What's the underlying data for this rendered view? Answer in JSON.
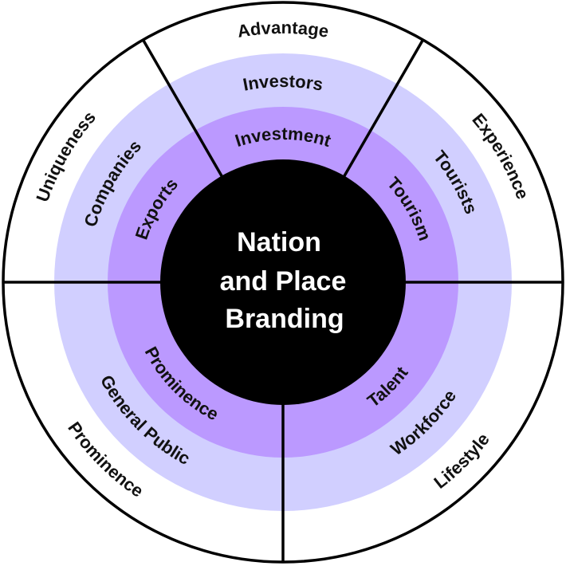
{
  "title": {
    "lines": [
      "Nation",
      "and Place",
      "Branding"
    ]
  },
  "colors": {
    "outer_ring": "#ffffff",
    "middle_ring": "#d1cfff",
    "inner_ring": "#bb99ff",
    "core": "#000000",
    "divider": "#000000",
    "label_text": "#111111",
    "title_text": "#ffffff"
  },
  "sectors": [
    {
      "id": "top",
      "outer": "Advantage",
      "middle": "Investors",
      "inner": "Investment"
    },
    {
      "id": "upper-right",
      "outer": "Experience",
      "middle": "Tourists",
      "inner": "Tourism"
    },
    {
      "id": "lower-right",
      "outer": "Lifestyle",
      "middle": "Workforce",
      "inner": "Talent"
    },
    {
      "id": "lower-left",
      "outer": "Prominence",
      "middle": "General Public",
      "inner": "Prominence"
    },
    {
      "id": "upper-left",
      "outer": "Uniqueness",
      "middle": "Companies",
      "inner": "Exports"
    }
  ]
}
